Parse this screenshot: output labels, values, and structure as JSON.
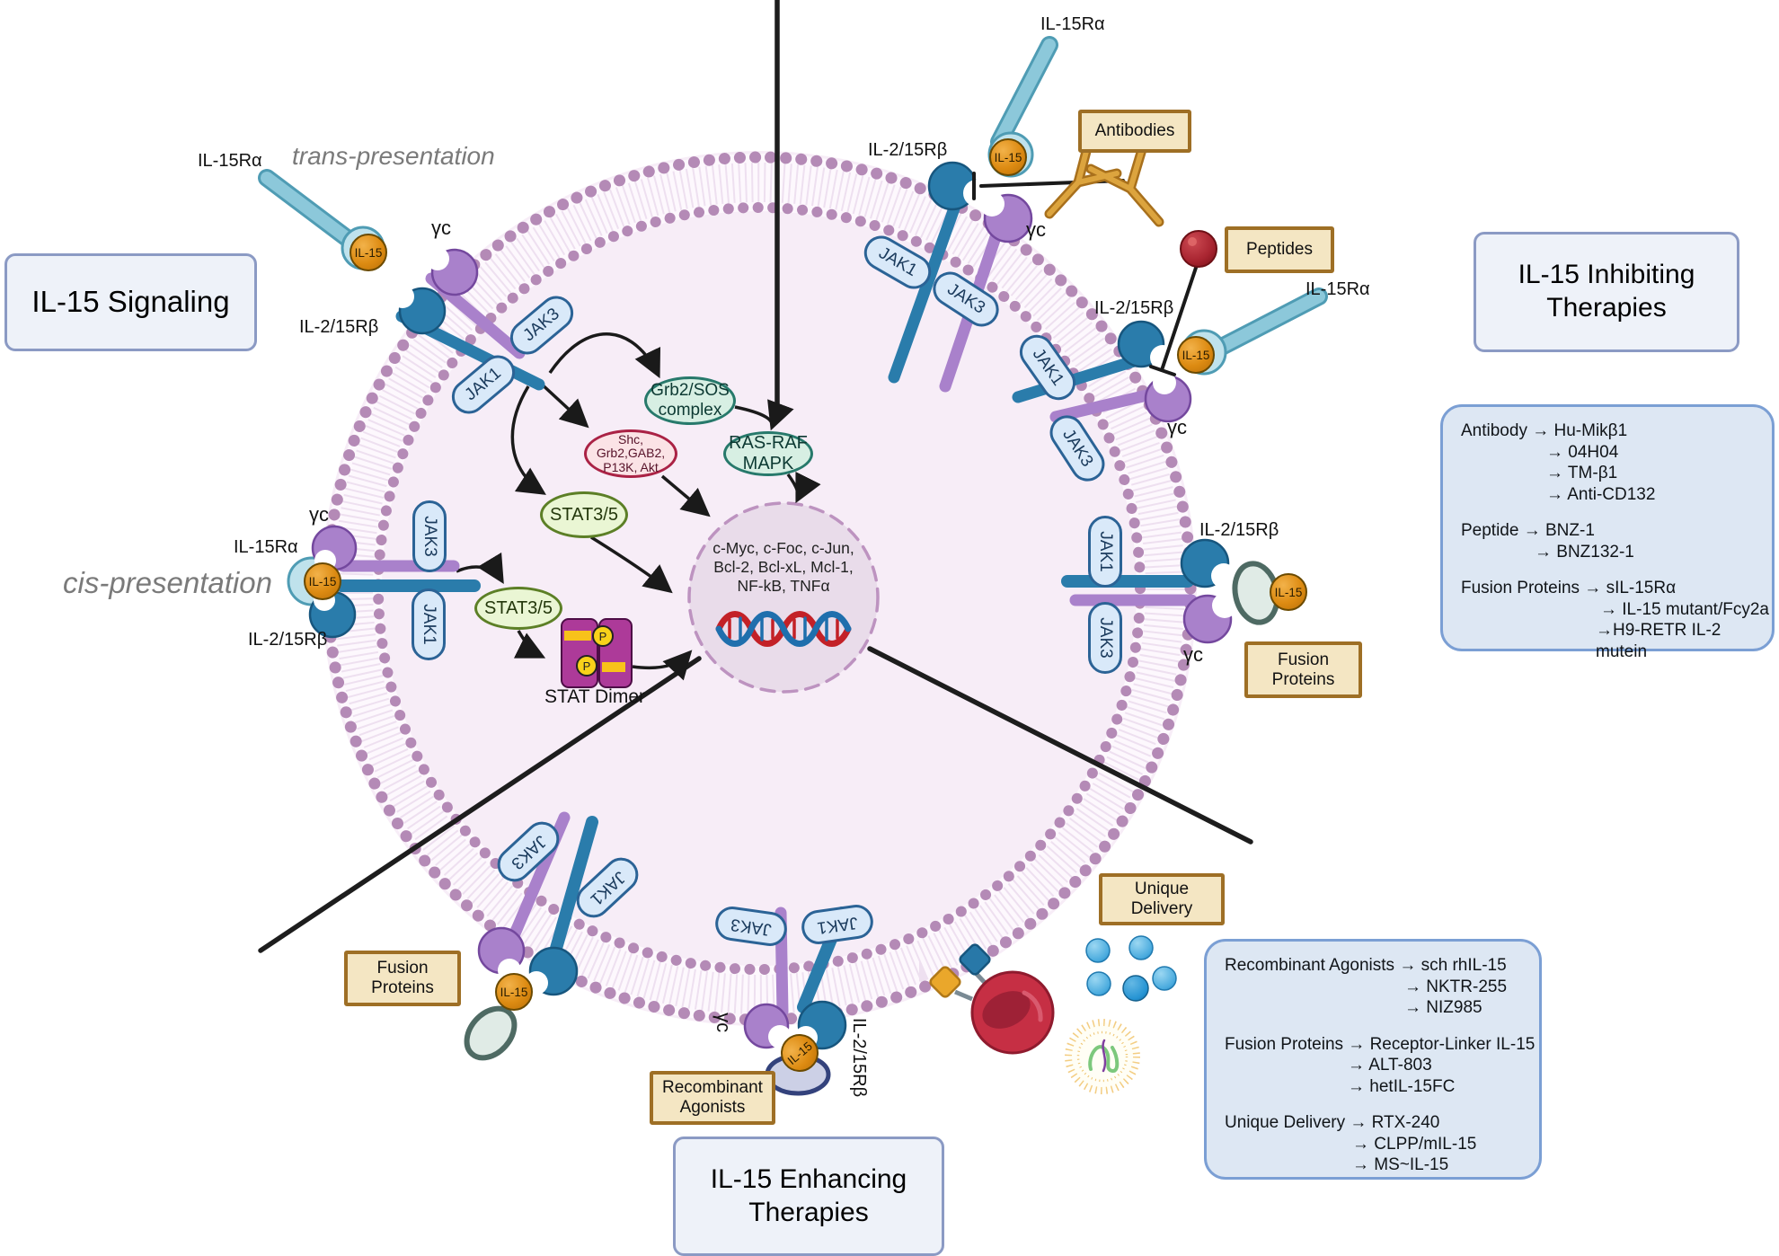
{
  "titles": {
    "signaling": "IL-15 Signaling",
    "inhibiting_l1": "IL-15 Inhibiting",
    "inhibiting_l2": "Therapies",
    "enhancing_l1": "IL-15 Enhancing",
    "enhancing_l2": "Therapies"
  },
  "presentation": {
    "trans": "trans-presentation",
    "cis": "cis-presentation"
  },
  "receptor_labels": {
    "il15ra": "IL-15Rα",
    "il2_15rb": "IL-2/15Rβ",
    "gc": "γc",
    "jak1": "JAK1",
    "jak3": "JAK3",
    "il15": "IL-15"
  },
  "pathway": {
    "grb2sos_l1": "Grb2/SOS",
    "grb2sos_l2": "complex",
    "rasraf_l1": "RAS-RAF",
    "rasraf_l2": "MAPK",
    "shc_l1": "Shc,",
    "shc_l2": "Grb2,GAB2,",
    "shc_l3": "P13K, Akt",
    "stat35": "STAT3/5",
    "stat_dimer": "STAT Dimer",
    "phospho": "P"
  },
  "nucleus": {
    "genes_l1": "c-Myc, c-Foc, c-Jun,",
    "genes_l2": "Bcl-2, Bcl-xL, Mcl-1,",
    "genes_l3": "NF-kB, TNFα"
  },
  "tags": {
    "antibodies": "Antibodies",
    "peptides": "Peptides",
    "fusion_l1": "Fusion",
    "fusion_l2": "Proteins",
    "recombinant_l1": "Recombinant",
    "recombinant_l2": "Agonists",
    "unique_l1": "Unique",
    "unique_l2": "Delivery"
  },
  "inhibiting_list": {
    "groups": [
      {
        "head": "Antibody → Hu-Mikβ1",
        "items": [
          "→ 04H04",
          "→ TM-β1",
          "→ Anti-CD132"
        ]
      },
      {
        "head": "Peptide → BNZ-1",
        "items": [
          "→ BNZ132-1"
        ]
      },
      {
        "head": "Fusion Proteins → sIL-15Rα",
        "items": [
          "→ IL-15 mutant/Fcy2a",
          "→H9-RETR IL-2 mutein"
        ]
      }
    ]
  },
  "enhancing_list": {
    "groups": [
      {
        "head": "Recombinant  Agonists → sch rhIL-15",
        "items": [
          "→ NKTR-255",
          "→ NIZ985"
        ]
      },
      {
        "head": "Fusion Proteins → Receptor-Linker IL-15",
        "items": [
          "→ ALT-803",
          "→ hetIL-15FC"
        ]
      },
      {
        "head": "Unique Delivery → RTX-240",
        "items": [
          "→ CLPP/mIL-15",
          "→ MS~IL-15"
        ]
      }
    ]
  },
  "colors": {
    "accent_box_border": "#8b9ac4",
    "tan_border": "#9e6f25",
    "membrane_bead": "#b48ab6",
    "receptor_blue": "#2a7cab",
    "receptor_purple": "#a981cb",
    "il15ra_cyan": "#8cc8da",
    "il15_orange": "#dd8b12",
    "antibody_gold": "#d1912c",
    "peptide_red": "#a82430",
    "nucleus_fill": "#e9dcea",
    "cell_fill": "#f7edf7"
  }
}
